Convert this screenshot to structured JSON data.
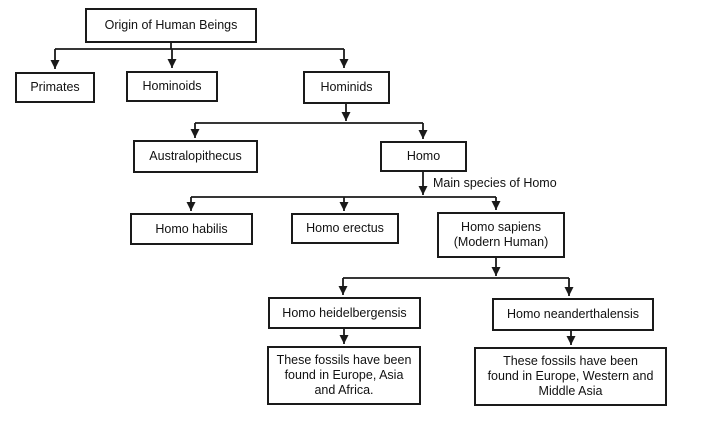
{
  "diagram": {
    "nodes": {
      "origin": {
        "label": "Origin of Human Beings"
      },
      "primates": {
        "label": "Primates"
      },
      "hominoids": {
        "label": "Hominoids"
      },
      "hominids": {
        "label": "Hominids"
      },
      "australopithecus": {
        "label": "Australopithecus"
      },
      "homo": {
        "label": "Homo"
      },
      "homo_habilis": {
        "label": "Homo habilis"
      },
      "homo_erectus": {
        "label": "Homo erectus"
      },
      "homo_sapiens": {
        "line1": "Homo sapiens",
        "line2": "(Modern Human)"
      },
      "heidelbergensis": {
        "label": "Homo heidelbergensis"
      },
      "neanderthalensis": {
        "label": "Homo neanderthalensis"
      },
      "desc_heidelbergensis": {
        "line1": "These fossils have been",
        "line2": "found in Europe, Asia",
        "line3": "and Africa."
      },
      "desc_neanderthalensis": {
        "line1": "These fossils have been",
        "line2": "found in Europe, Western and",
        "line3": "Middle Asia"
      }
    },
    "annotations": {
      "main_species": "Main species of Homo"
    },
    "colors": {
      "line": "#1a1a1a",
      "box_border": "#1a1a1a",
      "background": "#ffffff",
      "text": "#111111"
    }
  }
}
